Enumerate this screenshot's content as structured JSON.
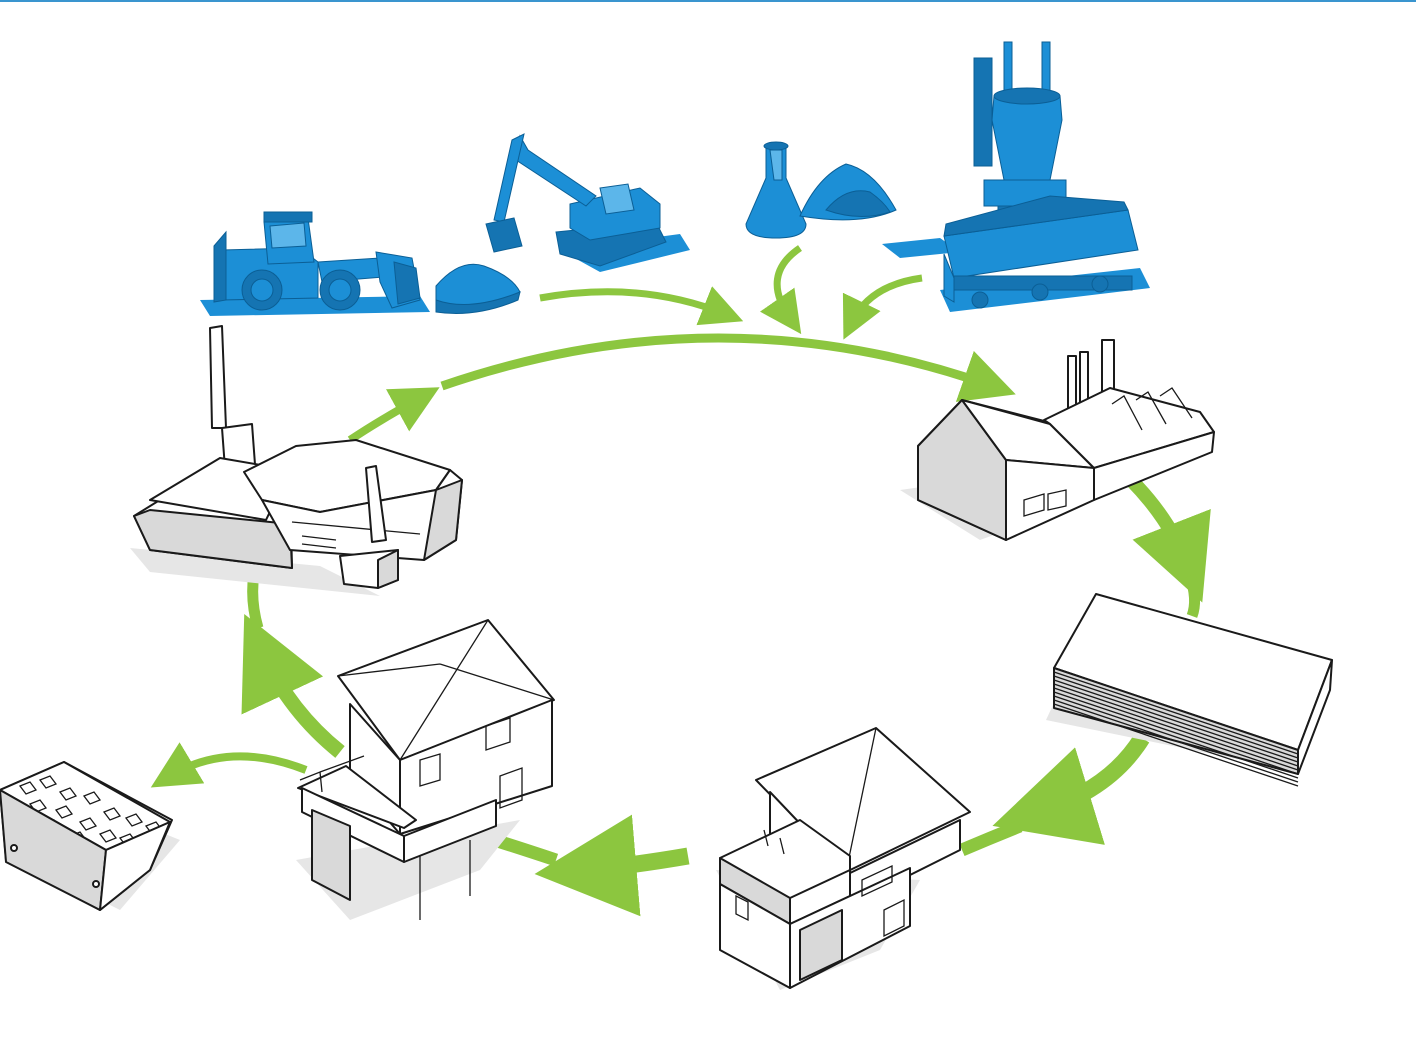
{
  "diagram": {
    "colors": {
      "raw_material_blue": "#1c8fd6",
      "arrow_green": "#8cc63f",
      "outline": "#1a1a1a",
      "top_rule": "#3a95cf"
    },
    "nodes": [
      {
        "id": "wheel-loader",
        "icon": "wheel-loader-icon"
      },
      {
        "id": "excavator",
        "icon": "excavator-icon"
      },
      {
        "id": "chemicals",
        "icon": "flask-and-pile-icon"
      },
      {
        "id": "blast-furnace",
        "icon": "blast-furnace-icon"
      },
      {
        "id": "factory",
        "icon": "factory-icon"
      },
      {
        "id": "board-stack",
        "icon": "board-stack-icon"
      },
      {
        "id": "new-house",
        "icon": "house-icon"
      },
      {
        "id": "used-house",
        "icon": "house-icon"
      },
      {
        "id": "waste-container",
        "icon": "skip-container-icon"
      },
      {
        "id": "recycling-plant",
        "icon": "recycling-plant-icon"
      }
    ]
  }
}
